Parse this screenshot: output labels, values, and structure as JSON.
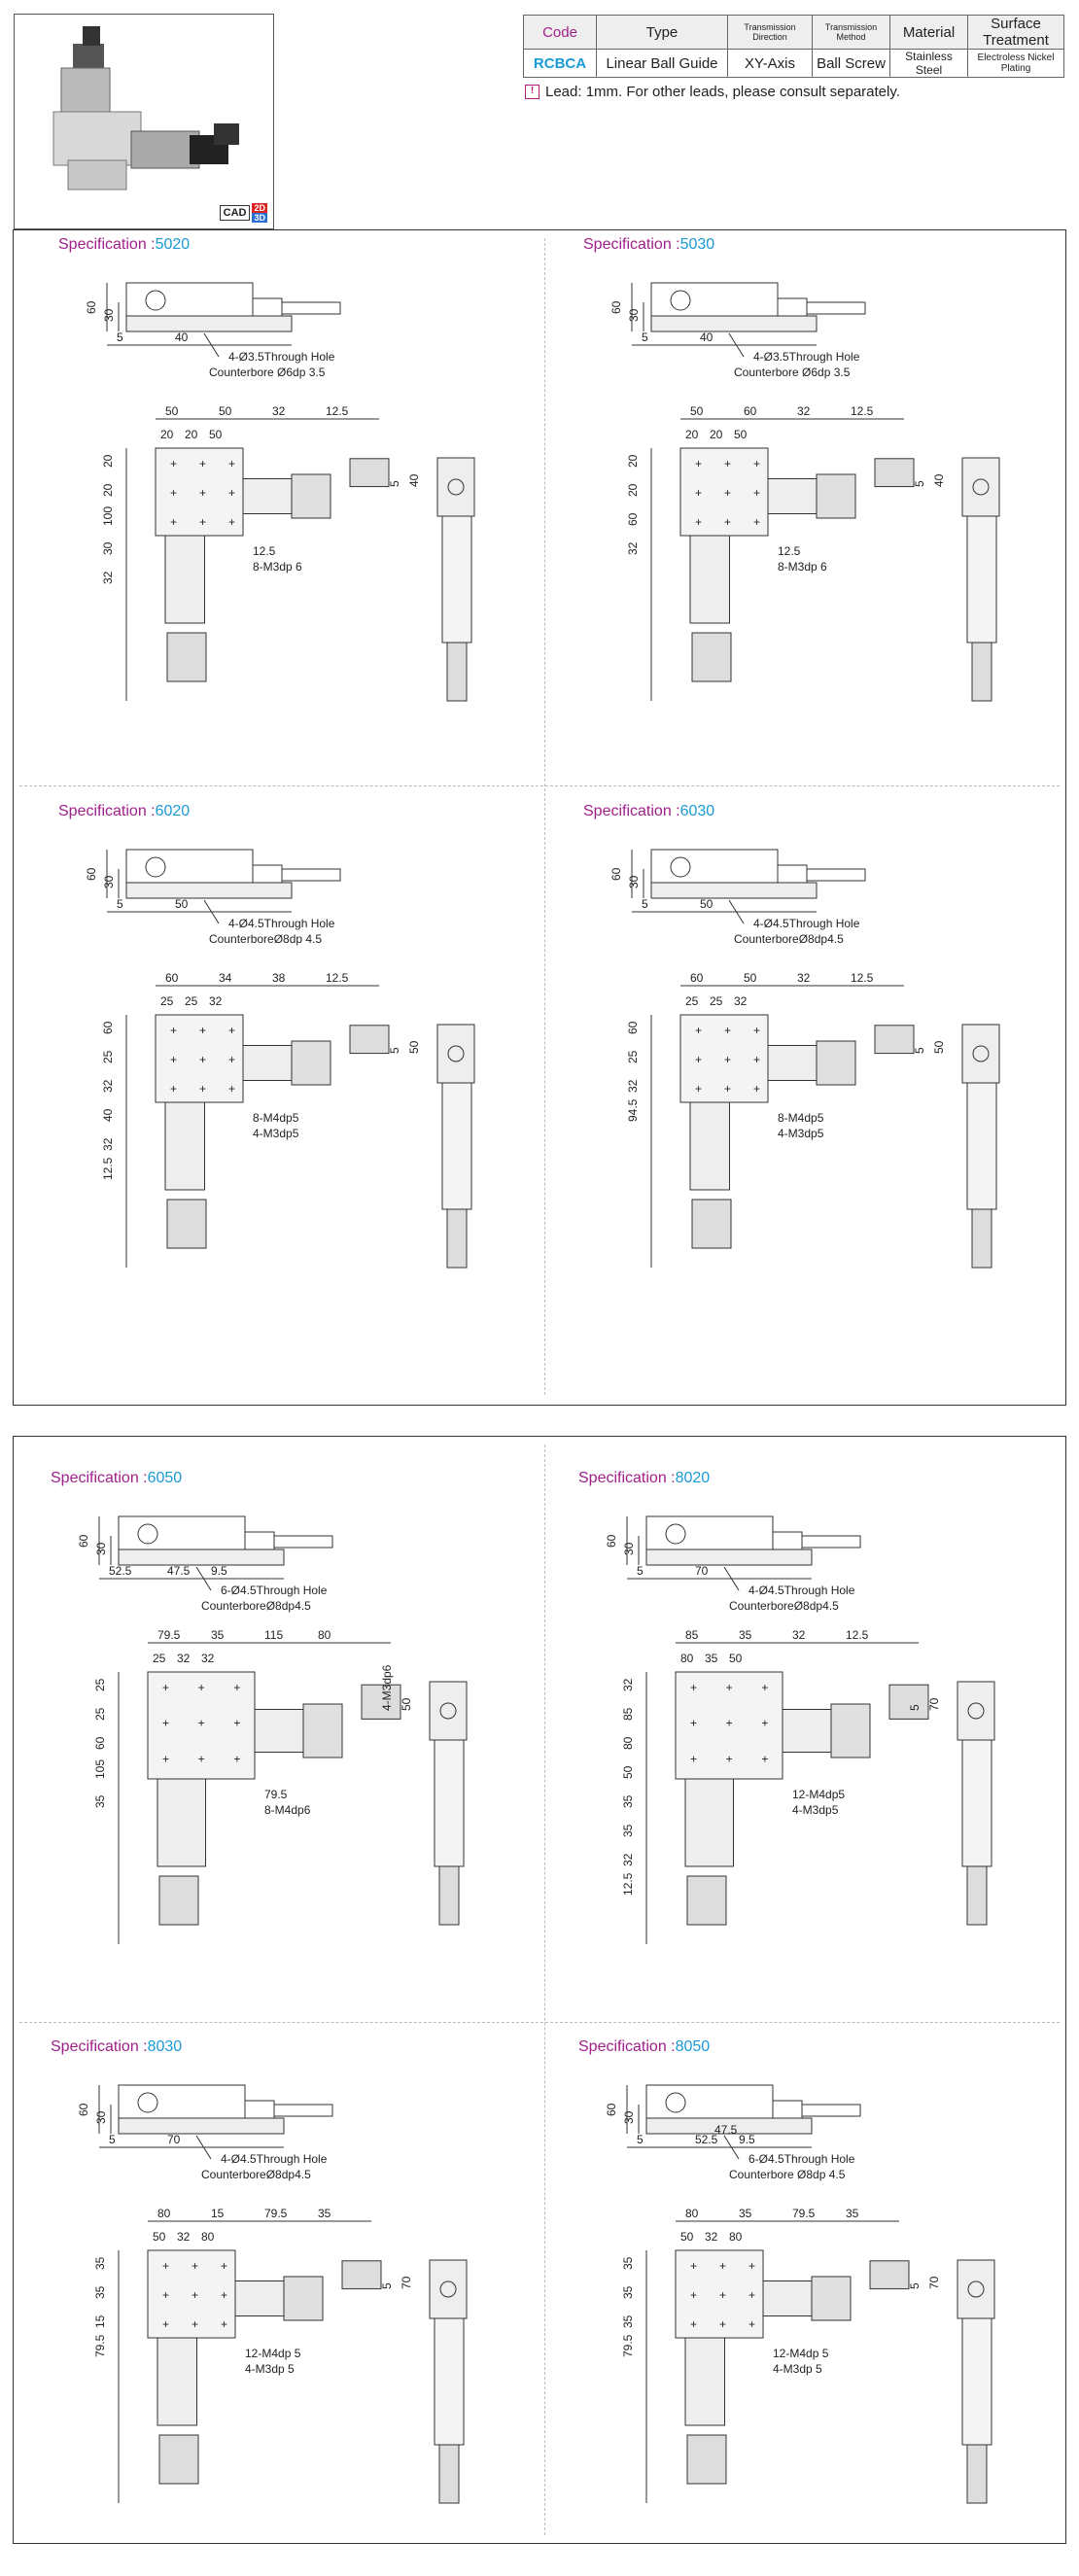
{
  "product": {
    "cad_label": "CAD",
    "cad_2d": "2D",
    "cad_3d": "3D"
  },
  "spec_table": {
    "headers": [
      "Code",
      "Type",
      "Transmission Direction",
      "Transmission Method",
      "Material",
      "Surface Treatment"
    ],
    "row": [
      "RCBCA",
      "Linear Ball Guide",
      "XY-Axis",
      "Ball Screw",
      "Stainless Steel",
      "Electroless Nickel Plating"
    ]
  },
  "note": {
    "icon": "!",
    "text": "Lead: 1mm. For other leads, please consult separately."
  },
  "spec_label_prefix": "Specification :",
  "specs": [
    {
      "code": "5020",
      "side_dims": [
        "60",
        "30",
        "5",
        "40"
      ],
      "holes": "4-Ø3.5Through Hole",
      "counterbore": "Counterbore Ø6dp 3.5",
      "top_dims": [
        "50",
        "50",
        "32",
        "12.5",
        "20",
        "20",
        "50",
        "20",
        "20",
        "100",
        "30",
        "32",
        "12.5",
        "8-M3dp 6",
        "5",
        "40"
      ]
    },
    {
      "code": "5030",
      "side_dims": [
        "60",
        "30",
        "5",
        "40"
      ],
      "holes": "4-Ø3.5Through Hole",
      "counterbore": "Counterbore Ø6dp 3.5",
      "top_dims": [
        "50",
        "60",
        "32",
        "12.5",
        "20",
        "20",
        "50",
        "20",
        "20",
        "60",
        "32",
        "12.5",
        "8-M3dp 6",
        "5",
        "40"
      ]
    },
    {
      "code": "6020",
      "side_dims": [
        "60",
        "30",
        "5",
        "50"
      ],
      "holes": "4-Ø4.5Through Hole",
      "counterbore": "CounterboreØ8dp 4.5",
      "top_dims": [
        "60",
        "34",
        "38",
        "12.5",
        "25",
        "25",
        "32",
        "60",
        "25",
        "32",
        "40",
        "32",
        "12.5",
        "8-M4dp5",
        "4-M3dp5",
        "5",
        "50"
      ]
    },
    {
      "code": "6030",
      "side_dims": [
        "60",
        "30",
        "5",
        "50"
      ],
      "holes": "4-Ø4.5Through Hole",
      "counterbore": "CounterboreØ8dp4.5",
      "top_dims": [
        "60",
        "50",
        "32",
        "12.5",
        "25",
        "25",
        "32",
        "60",
        "25",
        "32",
        "94.5",
        "8-M4dp5",
        "4-M3dp5",
        "5",
        "50"
      ]
    },
    {
      "code": "6050",
      "side_dims": [
        "60",
        "30",
        "52.5",
        "47.5",
        "9.5"
      ],
      "holes": "6-Ø4.5Through Hole",
      "counterbore": "CounterboreØ8dp4.5",
      "top_dims": [
        "79.5",
        "35",
        "115",
        "80",
        "25",
        "32",
        "32",
        "25",
        "25",
        "60",
        "105",
        "35",
        "79.5",
        "8-M4dp6",
        "4-M3dp6",
        "50"
      ]
    },
    {
      "code": "8020",
      "side_dims": [
        "60",
        "30",
        "5",
        "70"
      ],
      "holes": "4-Ø4.5Through Hole",
      "counterbore": "CounterboreØ8dp4.5",
      "top_dims": [
        "85",
        "35",
        "32",
        "12.5",
        "80",
        "35",
        "50",
        "32",
        "85",
        "80",
        "50",
        "35",
        "35",
        "32",
        "12.5",
        "12-M4dp5",
        "4-M3dp5",
        "5",
        "70"
      ]
    },
    {
      "code": "8030",
      "side_dims": [
        "60",
        "30",
        "5",
        "70"
      ],
      "holes": "4-Ø4.5Through Hole",
      "counterbore": "CounterboreØ8dp4.5",
      "top_dims": [
        "80",
        "15",
        "79.5",
        "35",
        "50",
        "32",
        "80",
        "35",
        "35",
        "15",
        "79.5",
        "12-M4dp 5",
        "4-M3dp 5",
        "5",
        "70"
      ]
    },
    {
      "code": "8050",
      "side_dims": [
        "60",
        "30",
        "5",
        "52.5",
        "9.5",
        "47.5"
      ],
      "holes": "6-Ø4.5Through Hole",
      "counterbore": "Counterbore Ø8dp 4.5",
      "top_dims": [
        "80",
        "35",
        "79.5",
        "35",
        "50",
        "32",
        "80",
        "35",
        "35",
        "35",
        "79.5",
        "12-M4dp 5",
        "4-M3dp 5",
        "5",
        "70"
      ]
    }
  ]
}
